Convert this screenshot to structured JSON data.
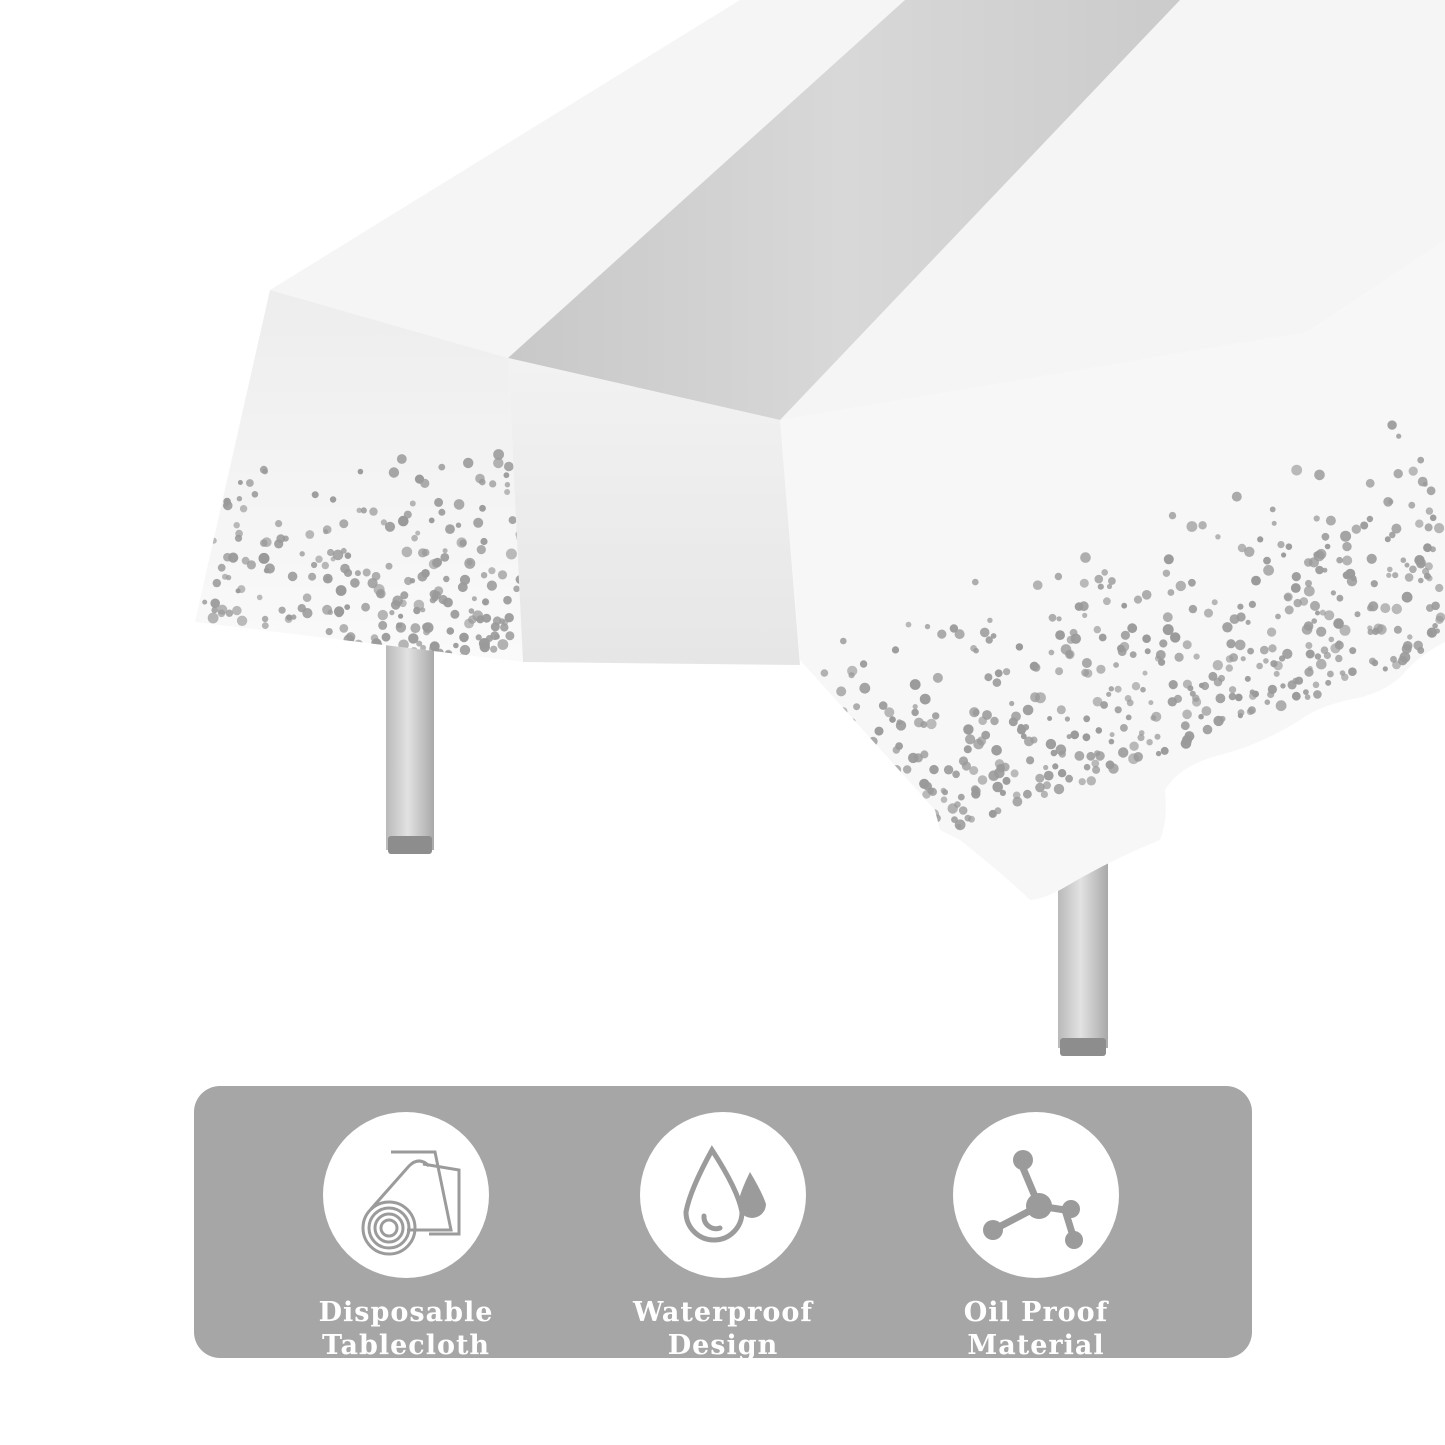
{
  "colors": {
    "cloth": "#f4f4f4",
    "runner": "#cfcfcf",
    "dots": "#9a9a9a",
    "panel": "#a6a6a6",
    "icon": "#9b9b9b"
  },
  "features": [
    {
      "icon": "roll-icon",
      "line1": "Disposable",
      "line2": "Tablecloth"
    },
    {
      "icon": "droplets-icon",
      "line1": "Waterproof",
      "line2": "Design"
    },
    {
      "icon": "molecule-icon",
      "line1": "Oil Proof",
      "line2": "Material"
    }
  ]
}
